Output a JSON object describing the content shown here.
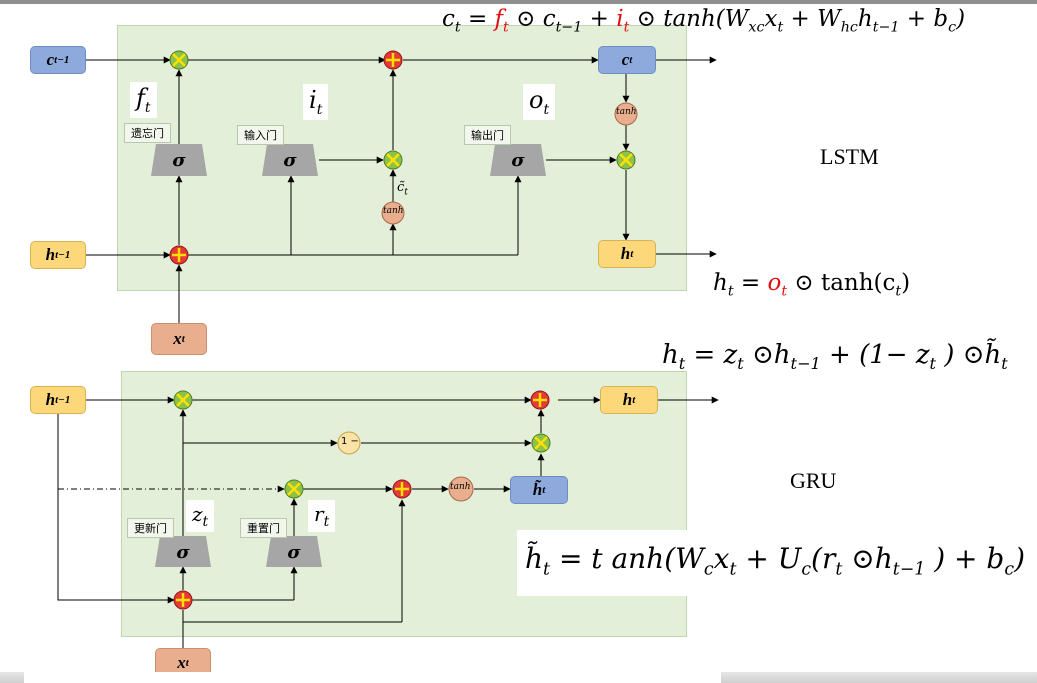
{
  "lstm": {
    "equation_c": {
      "c": "c",
      "t": "t",
      "eq": "=",
      "f": "f",
      "t2": "t",
      "odot": "⊙",
      "c2": "c",
      "tm1": "t−1",
      "plus": "+",
      "i": "i",
      "t3": "t",
      "odot2": "⊙",
      "rest": "tanh(W",
      "xc": "xc",
      "x": "x",
      "t4": "t",
      "plus2": "+ W",
      "hc": "hc",
      "h": "h",
      "tm1b": "t−1",
      "plus3": "+ b",
      "c3": "c",
      ")": ")"
    },
    "equation_h": {
      "h": "h",
      "t": "t",
      "eq": "=",
      "o": "o",
      "t2": "t",
      "odot": "⊙",
      "tanh": "tanh(c",
      "t3": "t",
      ")": ")"
    },
    "label": "LSTM",
    "c_prev": {
      "base": "c",
      "sub": "t−1"
    },
    "c_t": {
      "base": "c",
      "sub": "t"
    },
    "h_prev": {
      "base": "h",
      "sub": "t−1"
    },
    "h_t": {
      "base": "h",
      "sub": "t"
    },
    "x_t": {
      "base": "x",
      "sub": "t"
    },
    "f_t": {
      "base": "f",
      "sub": "t"
    },
    "i_t": {
      "base": "i",
      "sub": "t"
    },
    "o_t": {
      "base": "o",
      "sub": "t"
    },
    "forget_gate": "遗忘门",
    "input_gate": "输入门",
    "output_gate": "输出门",
    "sigma": "σ",
    "tanh": "tanh",
    "c_tilde": {
      "base": "c̃",
      "sub": "t"
    }
  },
  "gru": {
    "equation_h": {
      "h": "h",
      "t": "t",
      "eq": "= z",
      "t2": "t",
      "odot": " ⊙h",
      "tm1": "t−1",
      "mid": "+ (1− z",
      "t3": "t",
      "close": ") ⊙h̃",
      "t4": "t"
    },
    "equation_htilde": {
      "h": "h̃",
      "t": "t",
      "eq": "= t anh(W",
      "c": "c",
      "x": "x",
      "t2": "t",
      "plus": "+ U",
      "c2": "c",
      "r": "(r",
      "t3": "t",
      "odot": " ⊙h",
      "tm1": "t−1",
      "close": ") + b",
      "c3": "c",
      "end": ")"
    },
    "label": "GRU",
    "h_prev": {
      "base": "h",
      "sub": "t−1"
    },
    "h_t": {
      "base": "h",
      "sub": "t"
    },
    "h_tilde": {
      "base": "h̃",
      "sub": "t"
    },
    "x_t": {
      "base": "x",
      "sub": "t"
    },
    "z_t": {
      "base": "z",
      "sub": "t"
    },
    "r_t": {
      "base": "r",
      "sub": "t"
    },
    "update_gate": "更新门",
    "reset_gate": "重置门",
    "sigma": "σ",
    "tanh": "tanh",
    "one_minus": "1 −"
  },
  "colors": {
    "panel": "#e4efd9",
    "multiply_node": "#8bc34a",
    "add_node": "#e53935",
    "tanh_node": "#e9ae8d",
    "one_minus_node": "#fbe3a8"
  }
}
